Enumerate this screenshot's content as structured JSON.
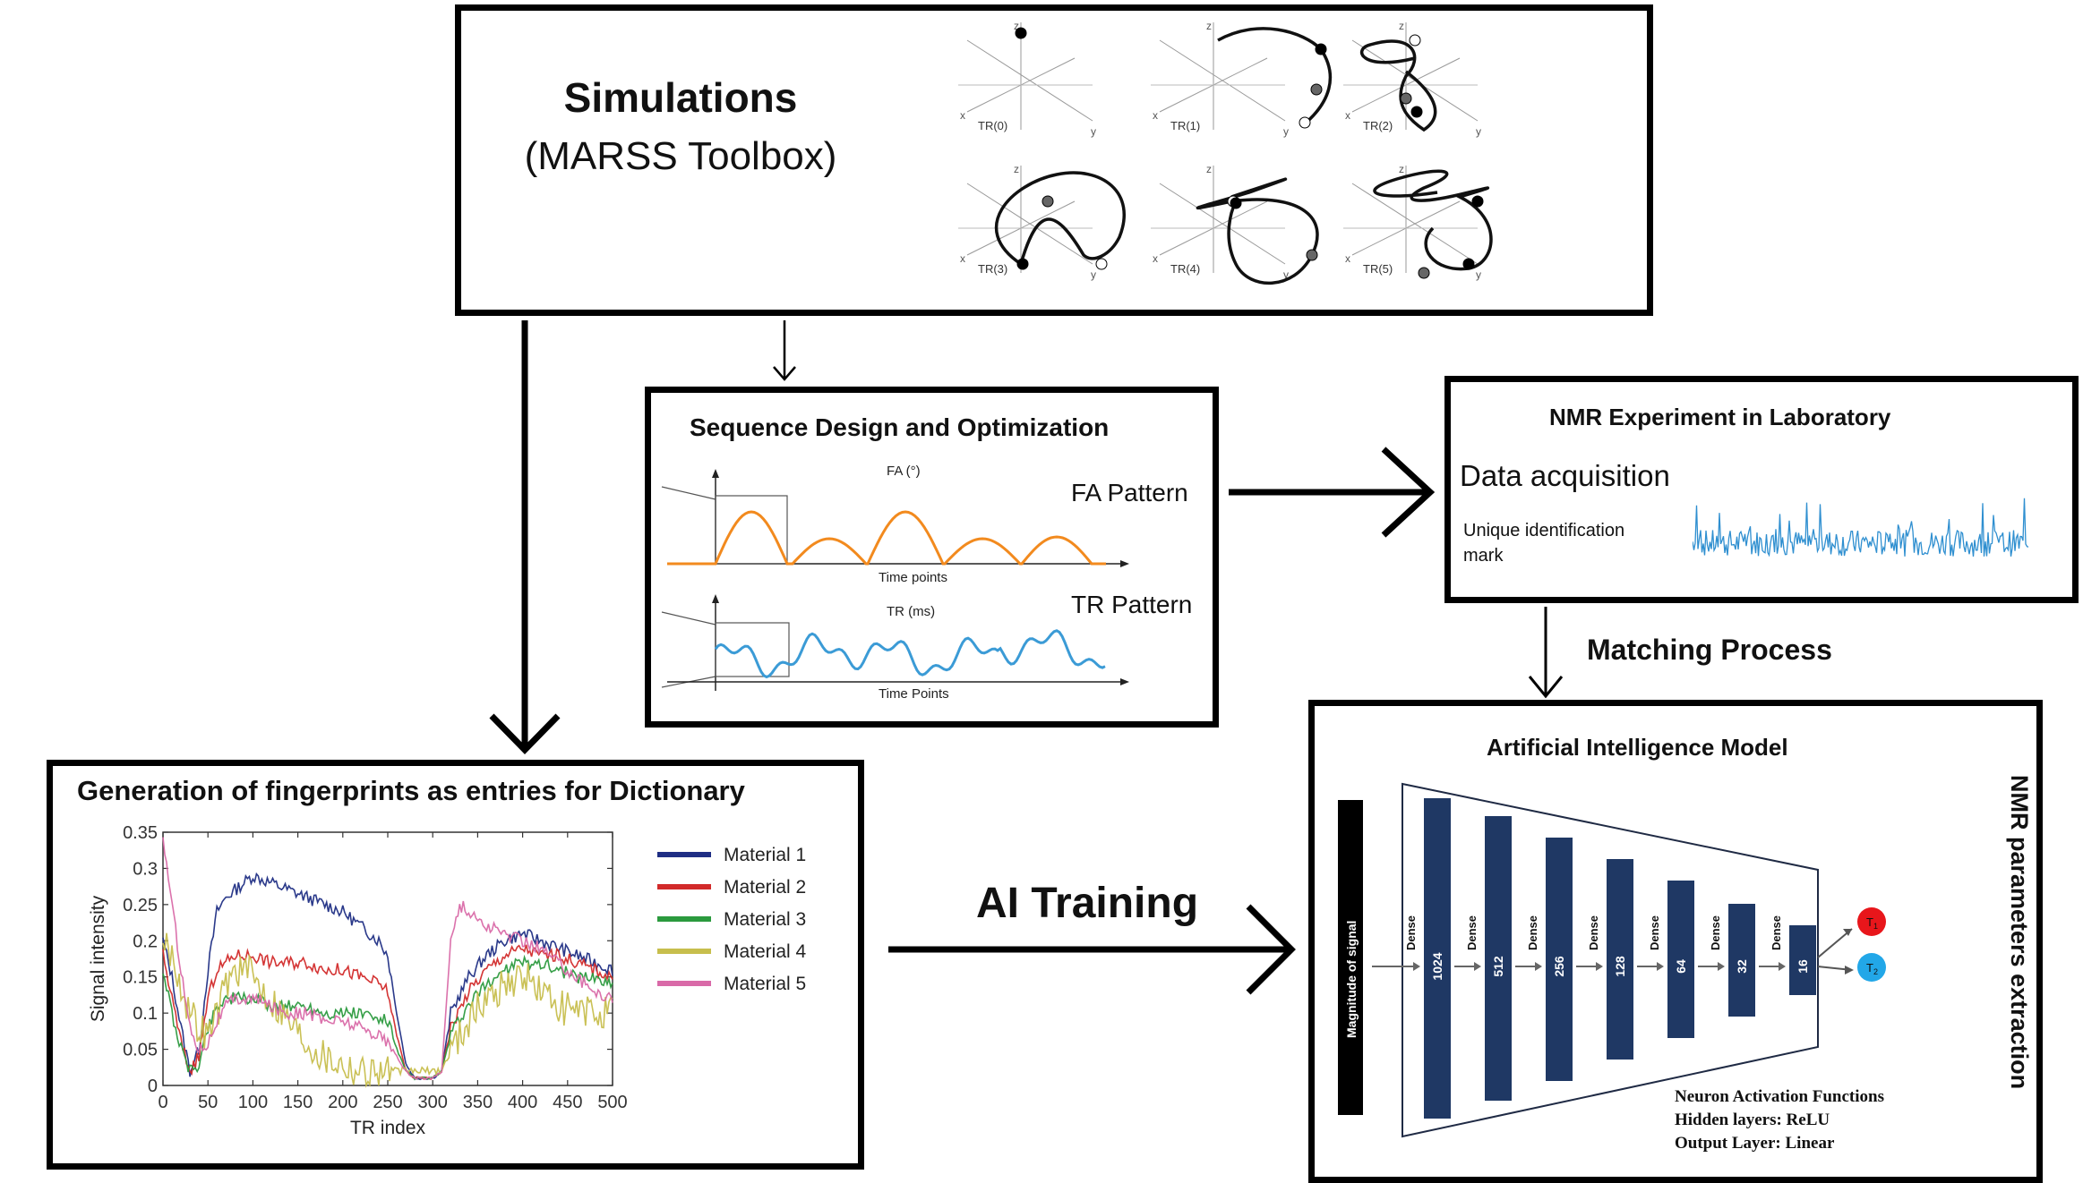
{
  "simulations": {
    "title": "Simulations",
    "subtitle": "(MARSS Toolbox)",
    "axis_labels": {
      "x": "x",
      "y": "y",
      "z": "z"
    },
    "trajectory_labels": [
      "TR(0)",
      "TR(1)",
      "TR(2)",
      "TR(3)",
      "TR(4)",
      "TR(5)"
    ]
  },
  "sequence": {
    "title": "Sequence Design and Optimization",
    "fa_caption": "FA (°)",
    "fa_pattern": "FA Pattern",
    "fa_xlabel": "Time points",
    "tr_caption": "TR (ms)",
    "tr_pattern": "TR Pattern",
    "tr_xlabel": "Time Points",
    "fa_color": "#f28a1e",
    "tr_color": "#3b9bd6"
  },
  "nmr": {
    "title": "NMR Experiment in Laboratory",
    "acquisition": "Data acquisition",
    "mark_line1": "Unique  identification",
    "mark_line2": "mark",
    "signal_color": "#2f8fd0"
  },
  "matching": "Matching Process",
  "ai_training": "AI Training",
  "dictionary": {
    "title": "Generation of fingerprints as entries for Dictionary"
  },
  "ai_model": {
    "title": "Artificial Intelligence Model",
    "input_label": "Magnitude of signal",
    "dense_label": "Dense",
    "layers": [
      "1024",
      "512",
      "256",
      "128",
      "64",
      "32",
      "16"
    ],
    "output_t1": "T",
    "output_t1_sub": "1",
    "output_t2": "T",
    "output_t2_sub": "2",
    "note_line1": "Neuron Activation Functions",
    "note_line2": "Hidden layers: ReLU",
    "note_line3": "Output Layer: Linear",
    "side_label": "NMR parameters extraction",
    "layer_color": "#1f3864",
    "t1_color": "#e8161b",
    "t2_color": "#22a7e8"
  },
  "chart_data": {
    "type": "line",
    "xlabel": "TR index",
    "ylabel": "Signal intensity",
    "xlim": [
      0,
      500
    ],
    "ylim": [
      0,
      0.35
    ],
    "xticks": [
      "0",
      "50",
      "100",
      "150",
      "200",
      "250",
      "300",
      "350",
      "400",
      "450",
      "500"
    ],
    "yticks": [
      "0",
      "0.05",
      "0.1",
      "0.15",
      "0.2",
      "0.25",
      "0.3",
      "0.35"
    ],
    "legend_position": "right",
    "series": [
      {
        "name": "Material 1",
        "color": "#1f2e84",
        "x": [
          0,
          10,
          20,
          30,
          40,
          50,
          60,
          70,
          80,
          90,
          100,
          120,
          140,
          160,
          180,
          200,
          220,
          240,
          250,
          260,
          270,
          280,
          290,
          300,
          310,
          320,
          340,
          360,
          380,
          400,
          420,
          440,
          460,
          480,
          500
        ],
        "y": [
          0.2,
          0.15,
          0.08,
          0.02,
          0.05,
          0.16,
          0.24,
          0.26,
          0.27,
          0.28,
          0.29,
          0.28,
          0.27,
          0.26,
          0.25,
          0.24,
          0.22,
          0.2,
          0.18,
          0.1,
          0.03,
          0.01,
          0.01,
          0.01,
          0.02,
          0.1,
          0.15,
          0.18,
          0.2,
          0.21,
          0.2,
          0.19,
          0.18,
          0.17,
          0.16
        ]
      },
      {
        "name": "Material 2",
        "color": "#d22a2a",
        "x": [
          0,
          10,
          20,
          30,
          40,
          50,
          60,
          70,
          80,
          90,
          100,
          120,
          140,
          160,
          180,
          200,
          220,
          240,
          250,
          260,
          270,
          280,
          290,
          300,
          310,
          320,
          340,
          360,
          380,
          400,
          420,
          440,
          460,
          480,
          500
        ],
        "y": [
          0.18,
          0.12,
          0.06,
          0.02,
          0.04,
          0.12,
          0.16,
          0.17,
          0.18,
          0.18,
          0.18,
          0.17,
          0.17,
          0.17,
          0.16,
          0.16,
          0.15,
          0.14,
          0.13,
          0.07,
          0.02,
          0.01,
          0.01,
          0.01,
          0.02,
          0.08,
          0.13,
          0.16,
          0.18,
          0.19,
          0.18,
          0.18,
          0.17,
          0.16,
          0.15
        ]
      },
      {
        "name": "Material 3",
        "color": "#2b9a3e",
        "x": [
          0,
          10,
          20,
          30,
          40,
          50,
          60,
          70,
          80,
          90,
          100,
          120,
          140,
          160,
          180,
          200,
          220,
          240,
          250,
          260,
          270,
          280,
          290,
          300,
          310,
          320,
          340,
          360,
          380,
          400,
          420,
          440,
          460,
          480,
          500
        ],
        "y": [
          0.16,
          0.1,
          0.05,
          0.02,
          0.03,
          0.08,
          0.11,
          0.12,
          0.12,
          0.12,
          0.12,
          0.11,
          0.11,
          0.11,
          0.1,
          0.1,
          0.1,
          0.09,
          0.09,
          0.05,
          0.02,
          0.01,
          0.01,
          0.01,
          0.02,
          0.07,
          0.11,
          0.14,
          0.16,
          0.17,
          0.17,
          0.16,
          0.15,
          0.15,
          0.14
        ]
      },
      {
        "name": "Material 4",
        "color": "#c7be4d",
        "x": [
          0,
          10,
          20,
          30,
          40,
          50,
          60,
          70,
          80,
          90,
          100,
          120,
          140,
          160,
          180,
          200,
          220,
          240,
          250,
          260,
          270,
          280,
          290,
          300,
          310,
          320,
          340,
          360,
          380,
          400,
          420,
          440,
          460,
          480,
          500
        ],
        "y": [
          0.2,
          0.18,
          0.14,
          0.1,
          0.08,
          0.07,
          0.1,
          0.14,
          0.16,
          0.16,
          0.15,
          0.12,
          0.09,
          0.06,
          0.04,
          0.03,
          0.02,
          0.02,
          0.02,
          0.02,
          0.02,
          0.02,
          0.02,
          0.02,
          0.02,
          0.05,
          0.09,
          0.12,
          0.14,
          0.15,
          0.13,
          0.11,
          0.1,
          0.1,
          0.1
        ]
      },
      {
        "name": "Material 5",
        "color": "#d96aa8",
        "x": [
          0,
          5,
          10,
          20,
          30,
          40,
          50,
          60,
          70,
          80,
          90,
          100,
          120,
          140,
          160,
          180,
          200,
          220,
          240,
          250,
          260,
          270,
          280,
          290,
          300,
          310,
          320,
          330,
          340,
          360,
          380,
          400,
          420,
          440,
          460,
          480,
          500
        ],
        "y": [
          0.34,
          0.3,
          0.25,
          0.16,
          0.08,
          0.05,
          0.06,
          0.09,
          0.11,
          0.12,
          0.12,
          0.12,
          0.11,
          0.1,
          0.1,
          0.09,
          0.09,
          0.08,
          0.07,
          0.06,
          0.04,
          0.02,
          0.01,
          0.01,
          0.01,
          0.02,
          0.2,
          0.25,
          0.24,
          0.22,
          0.21,
          0.2,
          0.19,
          0.17,
          0.15,
          0.13,
          0.12
        ]
      }
    ]
  }
}
